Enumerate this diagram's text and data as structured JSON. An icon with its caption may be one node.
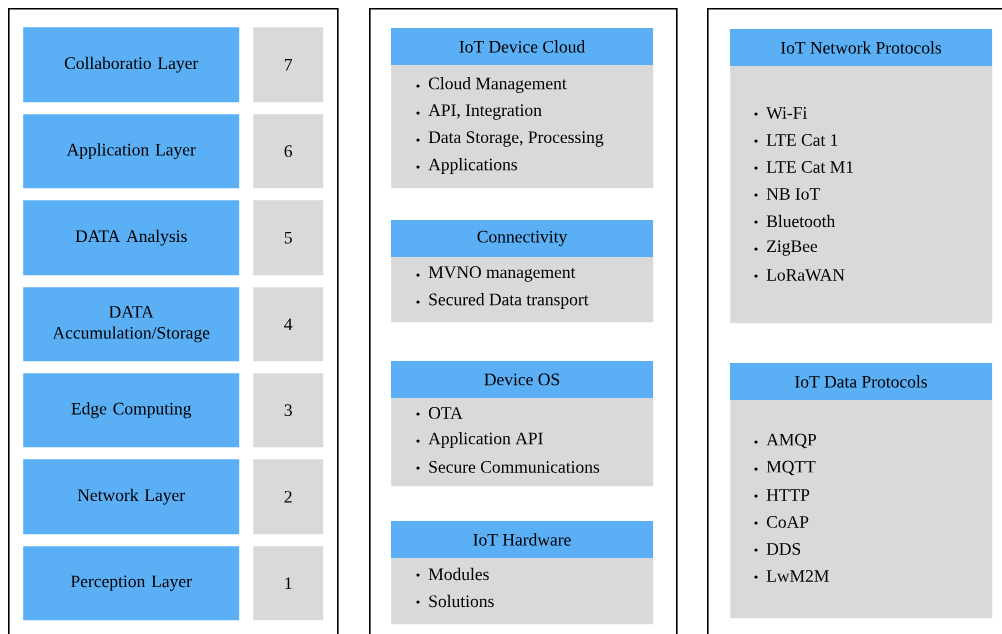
{
  "diagram": {
    "nodes": [
      {
        "text": [],
        "shape": "box"
      },
      {
        "text": [
          "Collaboratio Layer"
        ],
        "in": 0
      },
      {
        "text": [
          "7"
        ],
        "in": 0
      },
      {
        "text": [
          "Application Layer"
        ],
        "in": 0
      },
      {
        "text": [
          "6"
        ],
        "in": 0
      },
      {
        "text": [
          "DATA Analysis"
        ],
        "in": 0
      },
      {
        "text": [
          "5"
        ],
        "in": 0
      },
      {
        "text": [
          "DATA Accumulation/Storage"
        ],
        "in": 0
      },
      {
        "text": [
          "4"
        ],
        "in": 0
      },
      {
        "text": [
          "Edge Computing"
        ],
        "in": 0
      },
      {
        "text": [
          "3"
        ],
        "in": 0
      },
      {
        "text": [
          "Network Layer"
        ],
        "in": 0
      },
      {
        "text": [
          "2"
        ],
        "in": 0
      },
      {
        "text": [
          "Perception Layer"
        ],
        "in": 0
      },
      {
        "text": [
          "1"
        ],
        "in": 0
      },
      {
        "text": [],
        "shape": "box"
      },
      {
        "text": [
          "IoT Device Cloud",
          "Cloud Management",
          "API, Integration",
          "Data Storage, Processing",
          "Applications"
        ],
        "in": 15
      },
      {
        "text": [
          "Connectivity",
          "MVNO management",
          "Secured Data transport"
        ],
        "in": 15
      },
      {
        "text": [
          "Device OS",
          "OTA",
          "Application API",
          "Secure Communications"
        ],
        "in": 15
      },
      {
        "text": [
          "IoT Hardware",
          "Modules",
          "Solutions"
        ],
        "in": 15
      },
      {
        "text": [],
        "shape": "box"
      },
      {
        "text": [
          "IoT Network Protocols",
          "Wi-Fi",
          "LTE Cat 1",
          "LTE Cat M1",
          "NB IoT",
          "Bluetooth",
          "ZigBee",
          "LoRaWAN"
        ],
        "in": 20
      },
      {
        "text": [
          "IoT Data Protocols",
          "AMQP",
          "MQTT",
          "HTTP",
          "CoAP",
          "DDS",
          "LwM2M"
        ],
        "in": 20
      }
    ]
  }
}
